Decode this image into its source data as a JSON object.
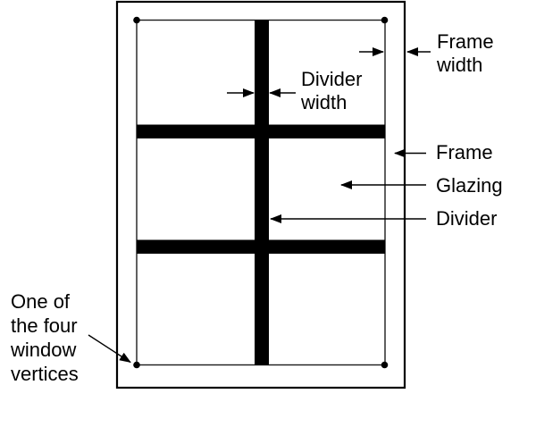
{
  "figure": {
    "background_color": "#ffffff",
    "ink_color": "#000000",
    "labels": {
      "frame_width": "Frame\nwidth",
      "divider_width": "Divider\nwidth",
      "frame": "Frame",
      "glazing": "Glazing",
      "divider": "Divider",
      "vertex_note": "One of\nthe four\nwindow\nvertices"
    },
    "structure": {
      "pane_rows": 3,
      "pane_columns": 2,
      "vertical_dividers": 1,
      "horizontal_dividers": 2,
      "window_vertices": 4
    },
    "icons": {
      "arrowhead": "solid-triangle-arrowhead",
      "vertex_marker": "filled-circle-dot"
    }
  }
}
